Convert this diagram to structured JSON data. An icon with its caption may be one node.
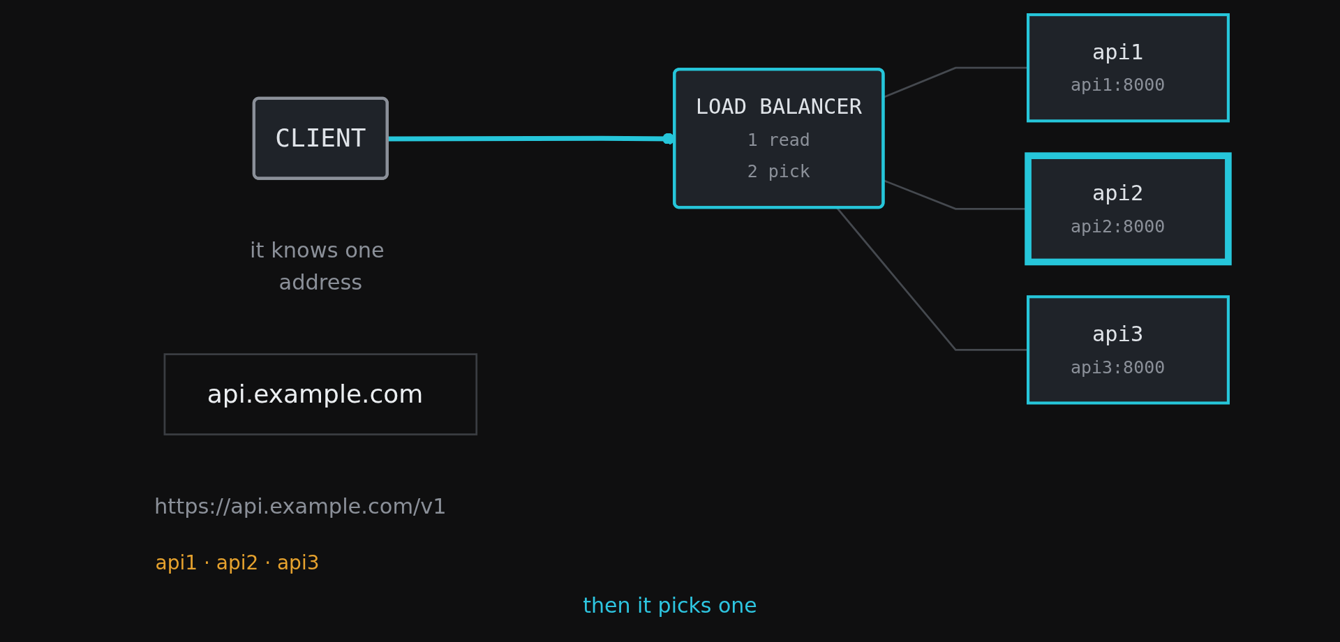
{
  "diagram": {
    "caption": "then it picks one",
    "nodes": [
      {
        "text": [
          "CLIENT"
        ],
        "beside": [
          "it knows one address"
        ]
      },
      {
        "text": [
          "api.example.com"
        ],
        "beside": [
          "https://api.example.com/v1"
        ]
      },
      {
        "text": [
          "LOAD BALANCER",
          "1 read",
          "2 pick"
        ]
      },
      {
        "text": [
          "api1",
          "api1:8000"
        ]
      },
      {
        "text": [
          "api2",
          "api2:8000"
        ]
      },
      {
        "text": [
          "api3",
          "api3:8000"
        ]
      }
    ],
    "edges": [
      {
        "from": 0,
        "to": 2,
        "arrow": "other",
        "style": "thick",
        "color": "#26c6da"
      },
      {
        "from": 2,
        "to": 3,
        "arrow": "none"
      },
      {
        "from": 2,
        "to": 4,
        "arrow": "none"
      },
      {
        "from": 2,
        "to": 5,
        "arrow": "none"
      }
    ],
    "labels": [
      "api1 · api2 · api3"
    ]
  }
}
